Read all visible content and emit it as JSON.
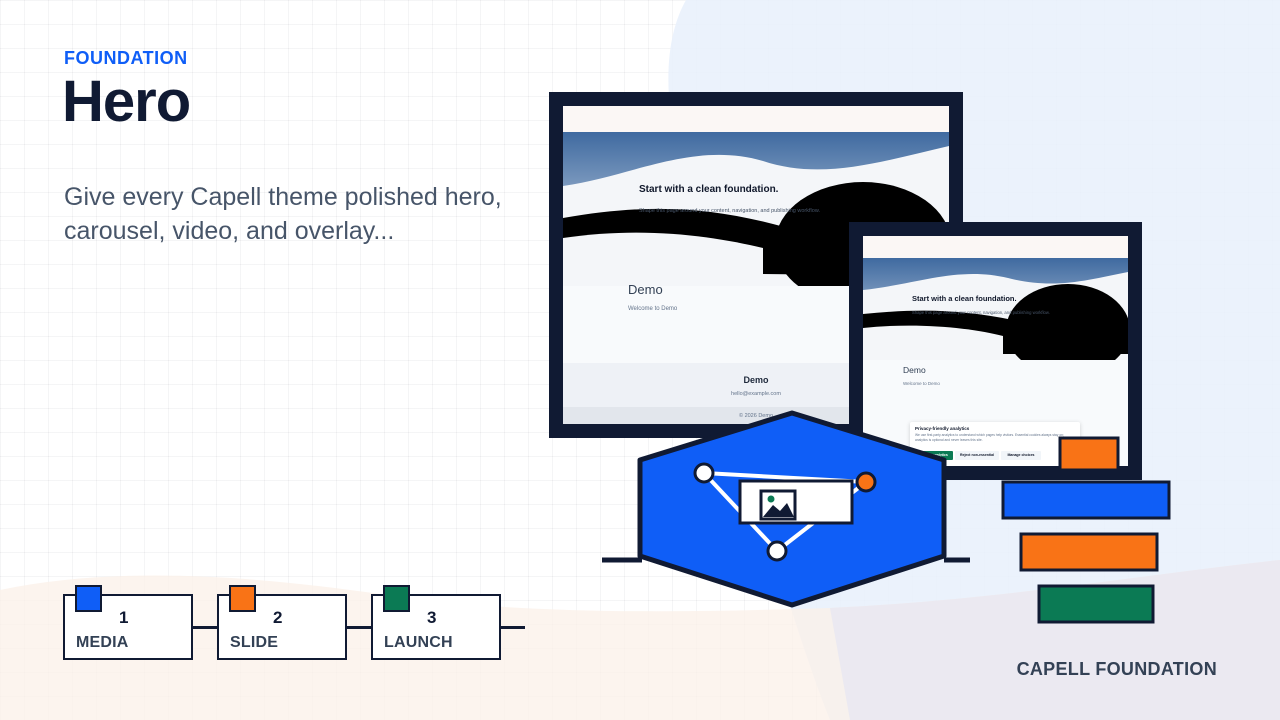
{
  "header": {
    "eyebrow": "FOUNDATION",
    "title": "Hero",
    "description": "Give every Capell theme polished hero, carousel, video, and overlay..."
  },
  "steps": [
    {
      "number": "1",
      "label": "MEDIA",
      "color": "#0f5ef7"
    },
    {
      "number": "2",
      "label": "SLIDE",
      "color": "#f97316"
    },
    {
      "number": "3",
      "label": "LAUNCH",
      "color": "#0b7a54"
    }
  ],
  "desktop_preview": {
    "headline": "Start with a clean foundation.",
    "subtext": "Shape this page around your content, navigation, and publishing workflow.",
    "section_title": "Demo",
    "section_text": "Welcome to Demo",
    "footer_title": "Demo",
    "footer_email": "hello@example.com",
    "copyright": "© 2026 Demo"
  },
  "tablet_preview": {
    "headline": "Start with a clean foundation.",
    "subtext": "Shape this page around your content, navigation, and publishing workflow.",
    "section_title": "Demo",
    "section_text": "Welcome to Demo",
    "consent": {
      "title": "Privacy-friendly analytics",
      "text": "We use first-party analytics to understand which pages help visitors. Essential cookies always stay on; analytics is optional and never leaves this site.",
      "accept_label": "Accept analytics",
      "reject_label": "Reject non-essential",
      "manage_label": "Manage choices"
    }
  },
  "icons": {
    "badge": "hexagon-image-node-icon",
    "stack": "layer-stack-icon"
  },
  "colors": {
    "accent_blue": "#0f5ef7",
    "accent_orange": "#f97316",
    "accent_green": "#0b7a54",
    "ink": "#101a33"
  },
  "footer": {
    "brand": "CAPELL FOUNDATION"
  }
}
